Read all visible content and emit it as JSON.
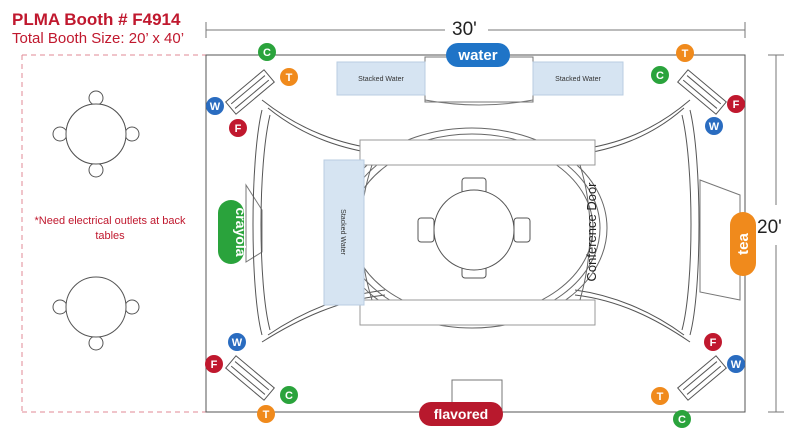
{
  "title": "PLMA Booth # F4914",
  "subtitle": "Total Booth Size: 20’ x 40’",
  "note": "*Need electrical outlets at back tables",
  "dimensions": {
    "width_label": "30'",
    "height_label": "20'"
  },
  "areas": {
    "stacked_water_left": "Stacked Water",
    "stacked_water_right": "Stacked Water",
    "stacked_water_side": "Stacked Water",
    "conference_door": "Conference Door"
  },
  "pills": {
    "water": "water",
    "crayola": "crayola",
    "tea": "tea",
    "flavored": "flavored"
  },
  "badge_letters": {
    "c": "C",
    "t": "T",
    "w": "W",
    "f": "F"
  },
  "colors": {
    "brand_red": "#c0182e",
    "water_blue": "#1f74c7",
    "crayola_green": "#2aa33c",
    "tea_orange": "#f08a1c",
    "flavored_red": "#b8192d",
    "badge_green": "#2aa33c",
    "badge_orange": "#f08a1c",
    "badge_blue": "#2a6cc0",
    "badge_red": "#c0182e",
    "stacked_fill": "#d6e4f2"
  }
}
